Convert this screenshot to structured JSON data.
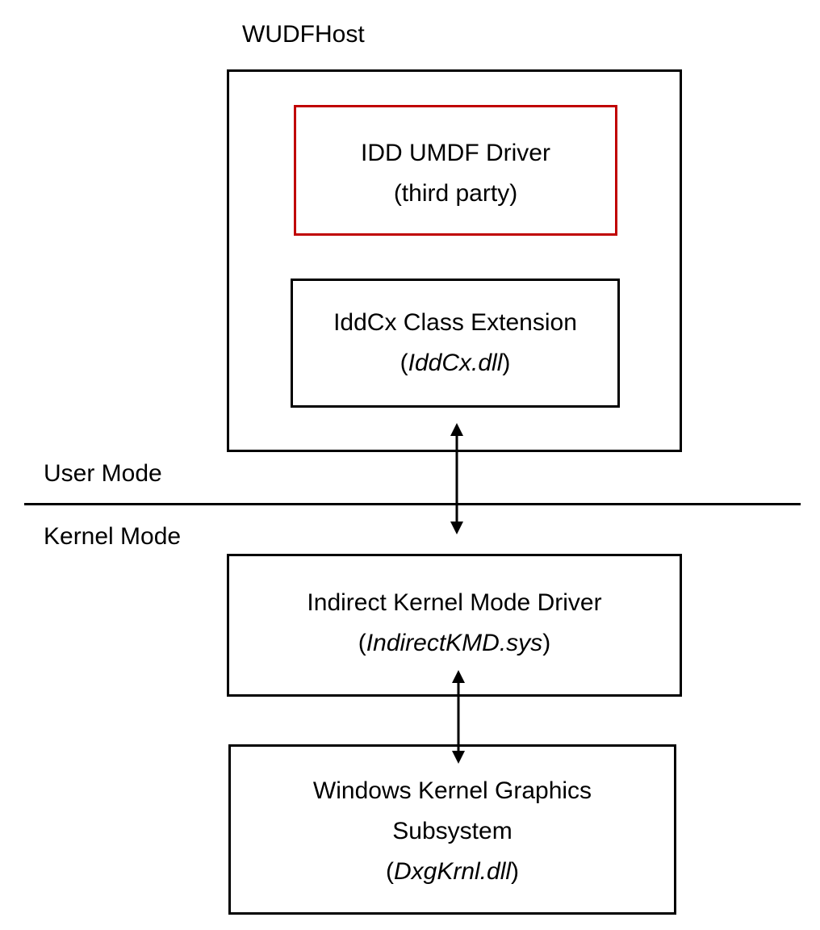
{
  "host_label": "WUDFHost",
  "user_mode_label": "User Mode",
  "kernel_mode_label": "Kernel Mode",
  "idd_driver": {
    "line1": "IDD UMDF Driver",
    "line2": "(third party)",
    "border_color": "#c00000"
  },
  "iddcx": {
    "line1": "IddCx Class Extension",
    "file": "IddCx.dll"
  },
  "indirect_kmd": {
    "line1": "Indirect Kernel Mode Driver",
    "file": "IndirectKMD.sys"
  },
  "dxgkrnl": {
    "line1": "Windows Kernel Graphics",
    "line2": "Subsystem",
    "file": "DxgKrnl.dll"
  }
}
